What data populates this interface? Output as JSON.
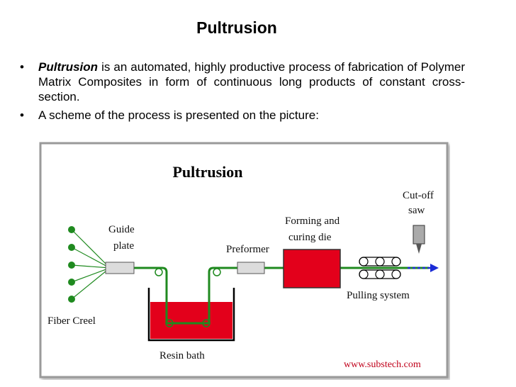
{
  "slide": {
    "title": "Pultrusion",
    "bullets": [
      {
        "lead": "Pultrusion",
        "text": " is an automated, highly productive process of fabrication of Polymer Matrix Composites in form of continuous long products of constant cross-section."
      },
      {
        "lead": "",
        "text": "A scheme of the process is presented on the picture:"
      }
    ],
    "bullet_symbol": "•"
  },
  "diagram": {
    "title": "Pultrusion",
    "labels": {
      "guide_plate_1": "Guide",
      "guide_plate_2": "plate",
      "fiber_creel": "Fiber Creel",
      "preformer": "Preformer",
      "forming_1": "Forming and",
      "forming_2": "curing die",
      "cutoff_1": "Cut-off",
      "cutoff_2": "saw",
      "pulling": "Pulling system",
      "resin_bath": "Resin bath",
      "website": "www.substech.com"
    },
    "colors": {
      "fiber": "#1f8a1f",
      "resin": "#e3001b",
      "die": "#e3001b",
      "arrow": "#1a2bd6",
      "website": "#c0001a",
      "frame": "#9a9a9a"
    }
  }
}
